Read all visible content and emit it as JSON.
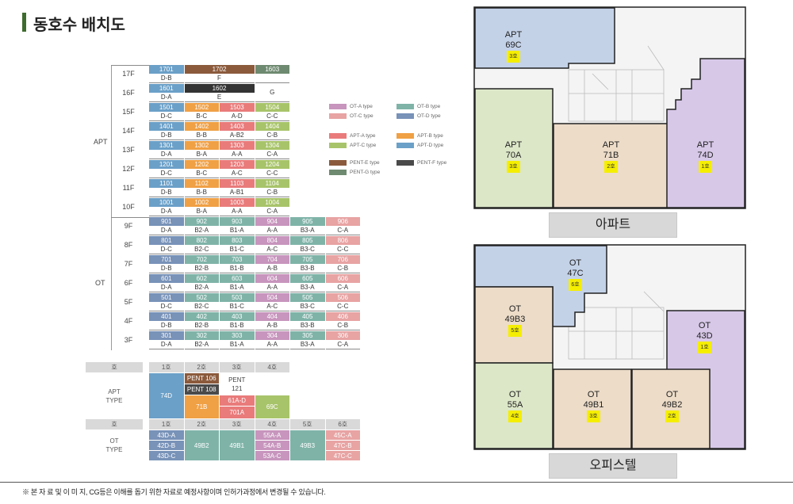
{
  "title": "동호수 배치도",
  "colors": {
    "A": "#c795bd",
    "B": "#7fb3a8",
    "C": "#e8a3a3",
    "D": "#7892b8",
    "aptA": "#e97b7b",
    "aptB": "#f0a045",
    "aptC": "#a8c46a",
    "aptD": "#6ba0c8",
    "pentE": "#8b5a3c",
    "pentF": "#4a4a4a",
    "pentG": "#6e8a70",
    "grayF": "#777777"
  },
  "legend": [
    {
      "label": "OT-A type",
      "color": "#c795bd"
    },
    {
      "label": "OT-B type",
      "color": "#7fb3a8"
    },
    {
      "label": "OT-C type",
      "color": "#e8a3a3"
    },
    {
      "label": "OT-D type",
      "color": "#7892b8"
    },
    {
      "label": "APT-A type",
      "color": "#e97b7b"
    },
    {
      "label": "APT-B type",
      "color": "#f0a045"
    },
    {
      "label": "APT-C type",
      "color": "#a8c46a"
    },
    {
      "label": "APT-D type",
      "color": "#6ba0c8"
    },
    {
      "label": "PENT-E type",
      "color": "#8b5a3c"
    },
    {
      "label": "PENT-F type",
      "color": "#4a4a4a"
    },
    {
      "label": "PENT-G type",
      "color": "#6e8a70"
    }
  ],
  "groups": {
    "apt": "APT",
    "ot": "OT"
  },
  "apt_floors": [
    {
      "floor": "17F",
      "units": [
        {
          "n": "1701",
          "t": "D-B",
          "c": "#6ba0c8",
          "w": 1
        },
        {
          "n": "1702",
          "t": "F",
          "c": "#8b5a3c",
          "w": 2
        },
        {
          "n": "1603",
          "t": "",
          "c": "#6e8a70",
          "w": 1
        }
      ]
    },
    {
      "floor": "16F",
      "units": [
        {
          "n": "1601",
          "t": "D-A",
          "c": "#6ba0c8",
          "w": 1
        },
        {
          "n": "1602",
          "t": "E",
          "c": "#333333",
          "w": 2
        },
        {
          "n": "",
          "t": "G",
          "c": "#ffffff",
          "w": 1
        }
      ]
    },
    {
      "floor": "15F",
      "units": [
        {
          "n": "1501",
          "t": "D-C",
          "c": "#6ba0c8",
          "w": 1
        },
        {
          "n": "1502",
          "t": "B-C",
          "c": "#f0a045",
          "w": 1
        },
        {
          "n": "1503",
          "t": "A-D",
          "c": "#e97b7b",
          "w": 1
        },
        {
          "n": "1504",
          "t": "C-C",
          "c": "#a8c46a",
          "w": 1
        }
      ]
    },
    {
      "floor": "14F",
      "units": [
        {
          "n": "1401",
          "t": "D-B",
          "c": "#6ba0c8",
          "w": 1
        },
        {
          "n": "1402",
          "t": "B-B",
          "c": "#f0a045",
          "w": 1
        },
        {
          "n": "1403",
          "t": "A-B2",
          "c": "#e97b7b",
          "w": 1
        },
        {
          "n": "1404",
          "t": "C-B",
          "c": "#a8c46a",
          "w": 1
        }
      ]
    },
    {
      "floor": "13F",
      "units": [
        {
          "n": "1301",
          "t": "D-A",
          "c": "#6ba0c8",
          "w": 1
        },
        {
          "n": "1302",
          "t": "B-A",
          "c": "#f0a045",
          "w": 1
        },
        {
          "n": "1303",
          "t": "A-A",
          "c": "#e97b7b",
          "w": 1
        },
        {
          "n": "1304",
          "t": "C-A",
          "c": "#a8c46a",
          "w": 1
        }
      ]
    },
    {
      "floor": "12F",
      "units": [
        {
          "n": "1201",
          "t": "D-C",
          "c": "#6ba0c8",
          "w": 1
        },
        {
          "n": "1202",
          "t": "B-C",
          "c": "#f0a045",
          "w": 1
        },
        {
          "n": "1203",
          "t": "A-C",
          "c": "#e97b7b",
          "w": 1
        },
        {
          "n": "1204",
          "t": "C-C",
          "c": "#a8c46a",
          "w": 1
        }
      ]
    },
    {
      "floor": "11F",
      "units": [
        {
          "n": "1101",
          "t": "D-B",
          "c": "#6ba0c8",
          "w": 1
        },
        {
          "n": "1102",
          "t": "B-B",
          "c": "#f0a045",
          "w": 1
        },
        {
          "n": "1103",
          "t": "A-B1",
          "c": "#e97b7b",
          "w": 1
        },
        {
          "n": "1104",
          "t": "C-B",
          "c": "#a8c46a",
          "w": 1
        }
      ]
    },
    {
      "floor": "10F",
      "units": [
        {
          "n": "1001",
          "t": "D-A",
          "c": "#6ba0c8",
          "w": 1
        },
        {
          "n": "1002",
          "t": "B-A",
          "c": "#f0a045",
          "w": 1
        },
        {
          "n": "1003",
          "t": "A-A",
          "c": "#e97b7b",
          "w": 1
        },
        {
          "n": "1004",
          "t": "C-A",
          "c": "#a8c46a",
          "w": 1
        }
      ]
    }
  ],
  "ot_floors": [
    {
      "floor": "9F",
      "units": [
        {
          "n": "901",
          "t": "D-A",
          "c": "#7892b8"
        },
        {
          "n": "902",
          "t": "B2-A",
          "c": "#7fb3a8"
        },
        {
          "n": "903",
          "t": "B1-A",
          "c": "#7fb3a8"
        },
        {
          "n": "904",
          "t": "A-A",
          "c": "#c795bd"
        },
        {
          "n": "905",
          "t": "B3-A",
          "c": "#7fb3a8"
        },
        {
          "n": "906",
          "t": "C-A",
          "c": "#e8a3a3"
        }
      ]
    },
    {
      "floor": "8F",
      "units": [
        {
          "n": "801",
          "t": "D-C",
          "c": "#7892b8"
        },
        {
          "n": "802",
          "t": "B2-C",
          "c": "#7fb3a8"
        },
        {
          "n": "803",
          "t": "B1-C",
          "c": "#7fb3a8"
        },
        {
          "n": "804",
          "t": "A-C",
          "c": "#c795bd"
        },
        {
          "n": "805",
          "t": "B3-C",
          "c": "#7fb3a8"
        },
        {
          "n": "806",
          "t": "C-C",
          "c": "#e8a3a3"
        }
      ]
    },
    {
      "floor": "7F",
      "units": [
        {
          "n": "701",
          "t": "D-B",
          "c": "#7892b8"
        },
        {
          "n": "702",
          "t": "B2-B",
          "c": "#7fb3a8"
        },
        {
          "n": "703",
          "t": "B1-B",
          "c": "#7fb3a8"
        },
        {
          "n": "704",
          "t": "A-B",
          "c": "#c795bd"
        },
        {
          "n": "705",
          "t": "B3-B",
          "c": "#7fb3a8"
        },
        {
          "n": "706",
          "t": "C-B",
          "c": "#e8a3a3"
        }
      ]
    },
    {
      "floor": "6F",
      "units": [
        {
          "n": "601",
          "t": "D-A",
          "c": "#7892b8"
        },
        {
          "n": "602",
          "t": "B2-A",
          "c": "#7fb3a8"
        },
        {
          "n": "603",
          "t": "B1-A",
          "c": "#7fb3a8"
        },
        {
          "n": "604",
          "t": "A-A",
          "c": "#c795bd"
        },
        {
          "n": "605",
          "t": "B3-A",
          "c": "#7fb3a8"
        },
        {
          "n": "606",
          "t": "C-A",
          "c": "#e8a3a3"
        }
      ]
    },
    {
      "floor": "5F",
      "units": [
        {
          "n": "501",
          "t": "D-C",
          "c": "#7892b8"
        },
        {
          "n": "502",
          "t": "B2-C",
          "c": "#7fb3a8"
        },
        {
          "n": "503",
          "t": "B1-C",
          "c": "#7fb3a8"
        },
        {
          "n": "504",
          "t": "A-C",
          "c": "#c795bd"
        },
        {
          "n": "505",
          "t": "B3-C",
          "c": "#7fb3a8"
        },
        {
          "n": "506",
          "t": "C-C",
          "c": "#e8a3a3"
        }
      ]
    },
    {
      "floor": "4F",
      "units": [
        {
          "n": "401",
          "t": "D-B",
          "c": "#7892b8"
        },
        {
          "n": "402",
          "t": "B2-B",
          "c": "#7fb3a8"
        },
        {
          "n": "403",
          "t": "B1-B",
          "c": "#7fb3a8"
        },
        {
          "n": "404",
          "t": "A-B",
          "c": "#c795bd"
        },
        {
          "n": "405",
          "t": "B3-B",
          "c": "#7fb3a8"
        },
        {
          "n": "406",
          "t": "C-B",
          "c": "#e8a3a3"
        }
      ]
    },
    {
      "floor": "3F",
      "units": [
        {
          "n": "301",
          "t": "D-A",
          "c": "#7892b8"
        },
        {
          "n": "302",
          "t": "B2-A",
          "c": "#7fb3a8"
        },
        {
          "n": "303",
          "t": "B1-A",
          "c": "#7fb3a8"
        },
        {
          "n": "304",
          "t": "A-A",
          "c": "#c795bd"
        },
        {
          "n": "305",
          "t": "B3-A",
          "c": "#7fb3a8"
        },
        {
          "n": "306",
          "t": "C-A",
          "c": "#e8a3a3"
        }
      ]
    }
  ],
  "type_table": {
    "ho_label": "호",
    "apt_label": "APT\nTYPE",
    "ot_label": "OT\nTYPE",
    "apt_hos": [
      "1호",
      "2호",
      "3호",
      "4호"
    ],
    "ot_hos": [
      "1호",
      "2호",
      "3호",
      "4호",
      "5호",
      "6호"
    ],
    "apt_74d": "74D",
    "apt_pent106": "PENT 106",
    "apt_pent108": "PENT 108",
    "apt_pent121": "PENT\n121",
    "apt_71b": "71B",
    "apt_61a": "61A-D",
    "apt_701a": "701A",
    "apt_69c": "69C",
    "ot_col1": [
      "43D-A",
      "42D-B",
      "43D-C"
    ],
    "ot_col2": "49B2",
    "ot_col3": "49B1",
    "ot_col4": [
      "55A-A",
      "54A-B",
      "53A-C"
    ],
    "ot_col5": "49B3",
    "ot_col6": [
      "45C-A",
      "47C-B",
      "47C-C"
    ]
  },
  "apt_plan": {
    "rooms": [
      {
        "label": "APT\n69C",
        "tag": "3호"
      },
      {
        "label": "APT\n70A",
        "tag": "3호"
      },
      {
        "label": "APT\n71B",
        "tag": "2호"
      },
      {
        "label": "APT\n74D",
        "tag": "1호"
      }
    ],
    "button": "아파트"
  },
  "ot_plan": {
    "rooms": [
      {
        "label": "OT\n47C",
        "tag": "6호"
      },
      {
        "label": "OT\n49B3",
        "tag": "5호"
      },
      {
        "label": "OT\n43D",
        "tag": "1호"
      },
      {
        "label": "OT\n55A",
        "tag": "4호"
      },
      {
        "label": "OT\n49B1",
        "tag": "3호"
      },
      {
        "label": "OT\n49B2",
        "tag": "2호"
      }
    ],
    "button": "오피스텔"
  },
  "footnote": "※ 본 자 료 및 이 미 지, CG등은 이해를 돕기 위한 자료로 예정사항이며 인허가과정에서 변경될 수 있습니다."
}
